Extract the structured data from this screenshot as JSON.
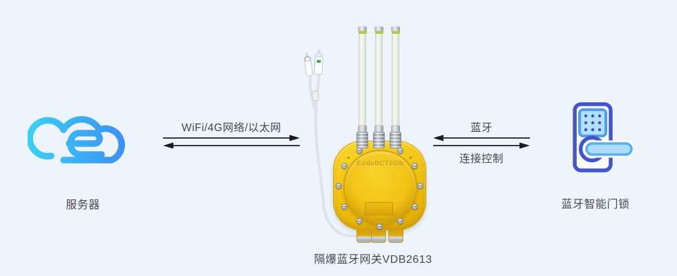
{
  "diagram": {
    "server": {
      "label": "服务器"
    },
    "gateway": {
      "label": "隔爆蓝牙网关VDB2613",
      "case_marking": "ExdeIICT6Gb"
    },
    "lock": {
      "label": "蓝牙智能门锁"
    },
    "link_server_gateway": {
      "label": "WiFi/4G网络/以太网"
    },
    "link_gateway_lock": {
      "top_label": "蓝牙",
      "bottom_label": "连接控制"
    }
  },
  "colors": {
    "background": "#eef4fc",
    "cloud_gradient_start": "#3bd1f2",
    "cloud_gradient_end": "#3e86f4",
    "gateway_yellow": "#f2c413",
    "antenna_white": "#f3f6ef",
    "lock_outline": "#4355c8",
    "lock_accent_blue": "#58acf4",
    "lock_fill_light": "#aadcfc",
    "arrow": "#1c1c1e",
    "label_text": "#45494e"
  }
}
